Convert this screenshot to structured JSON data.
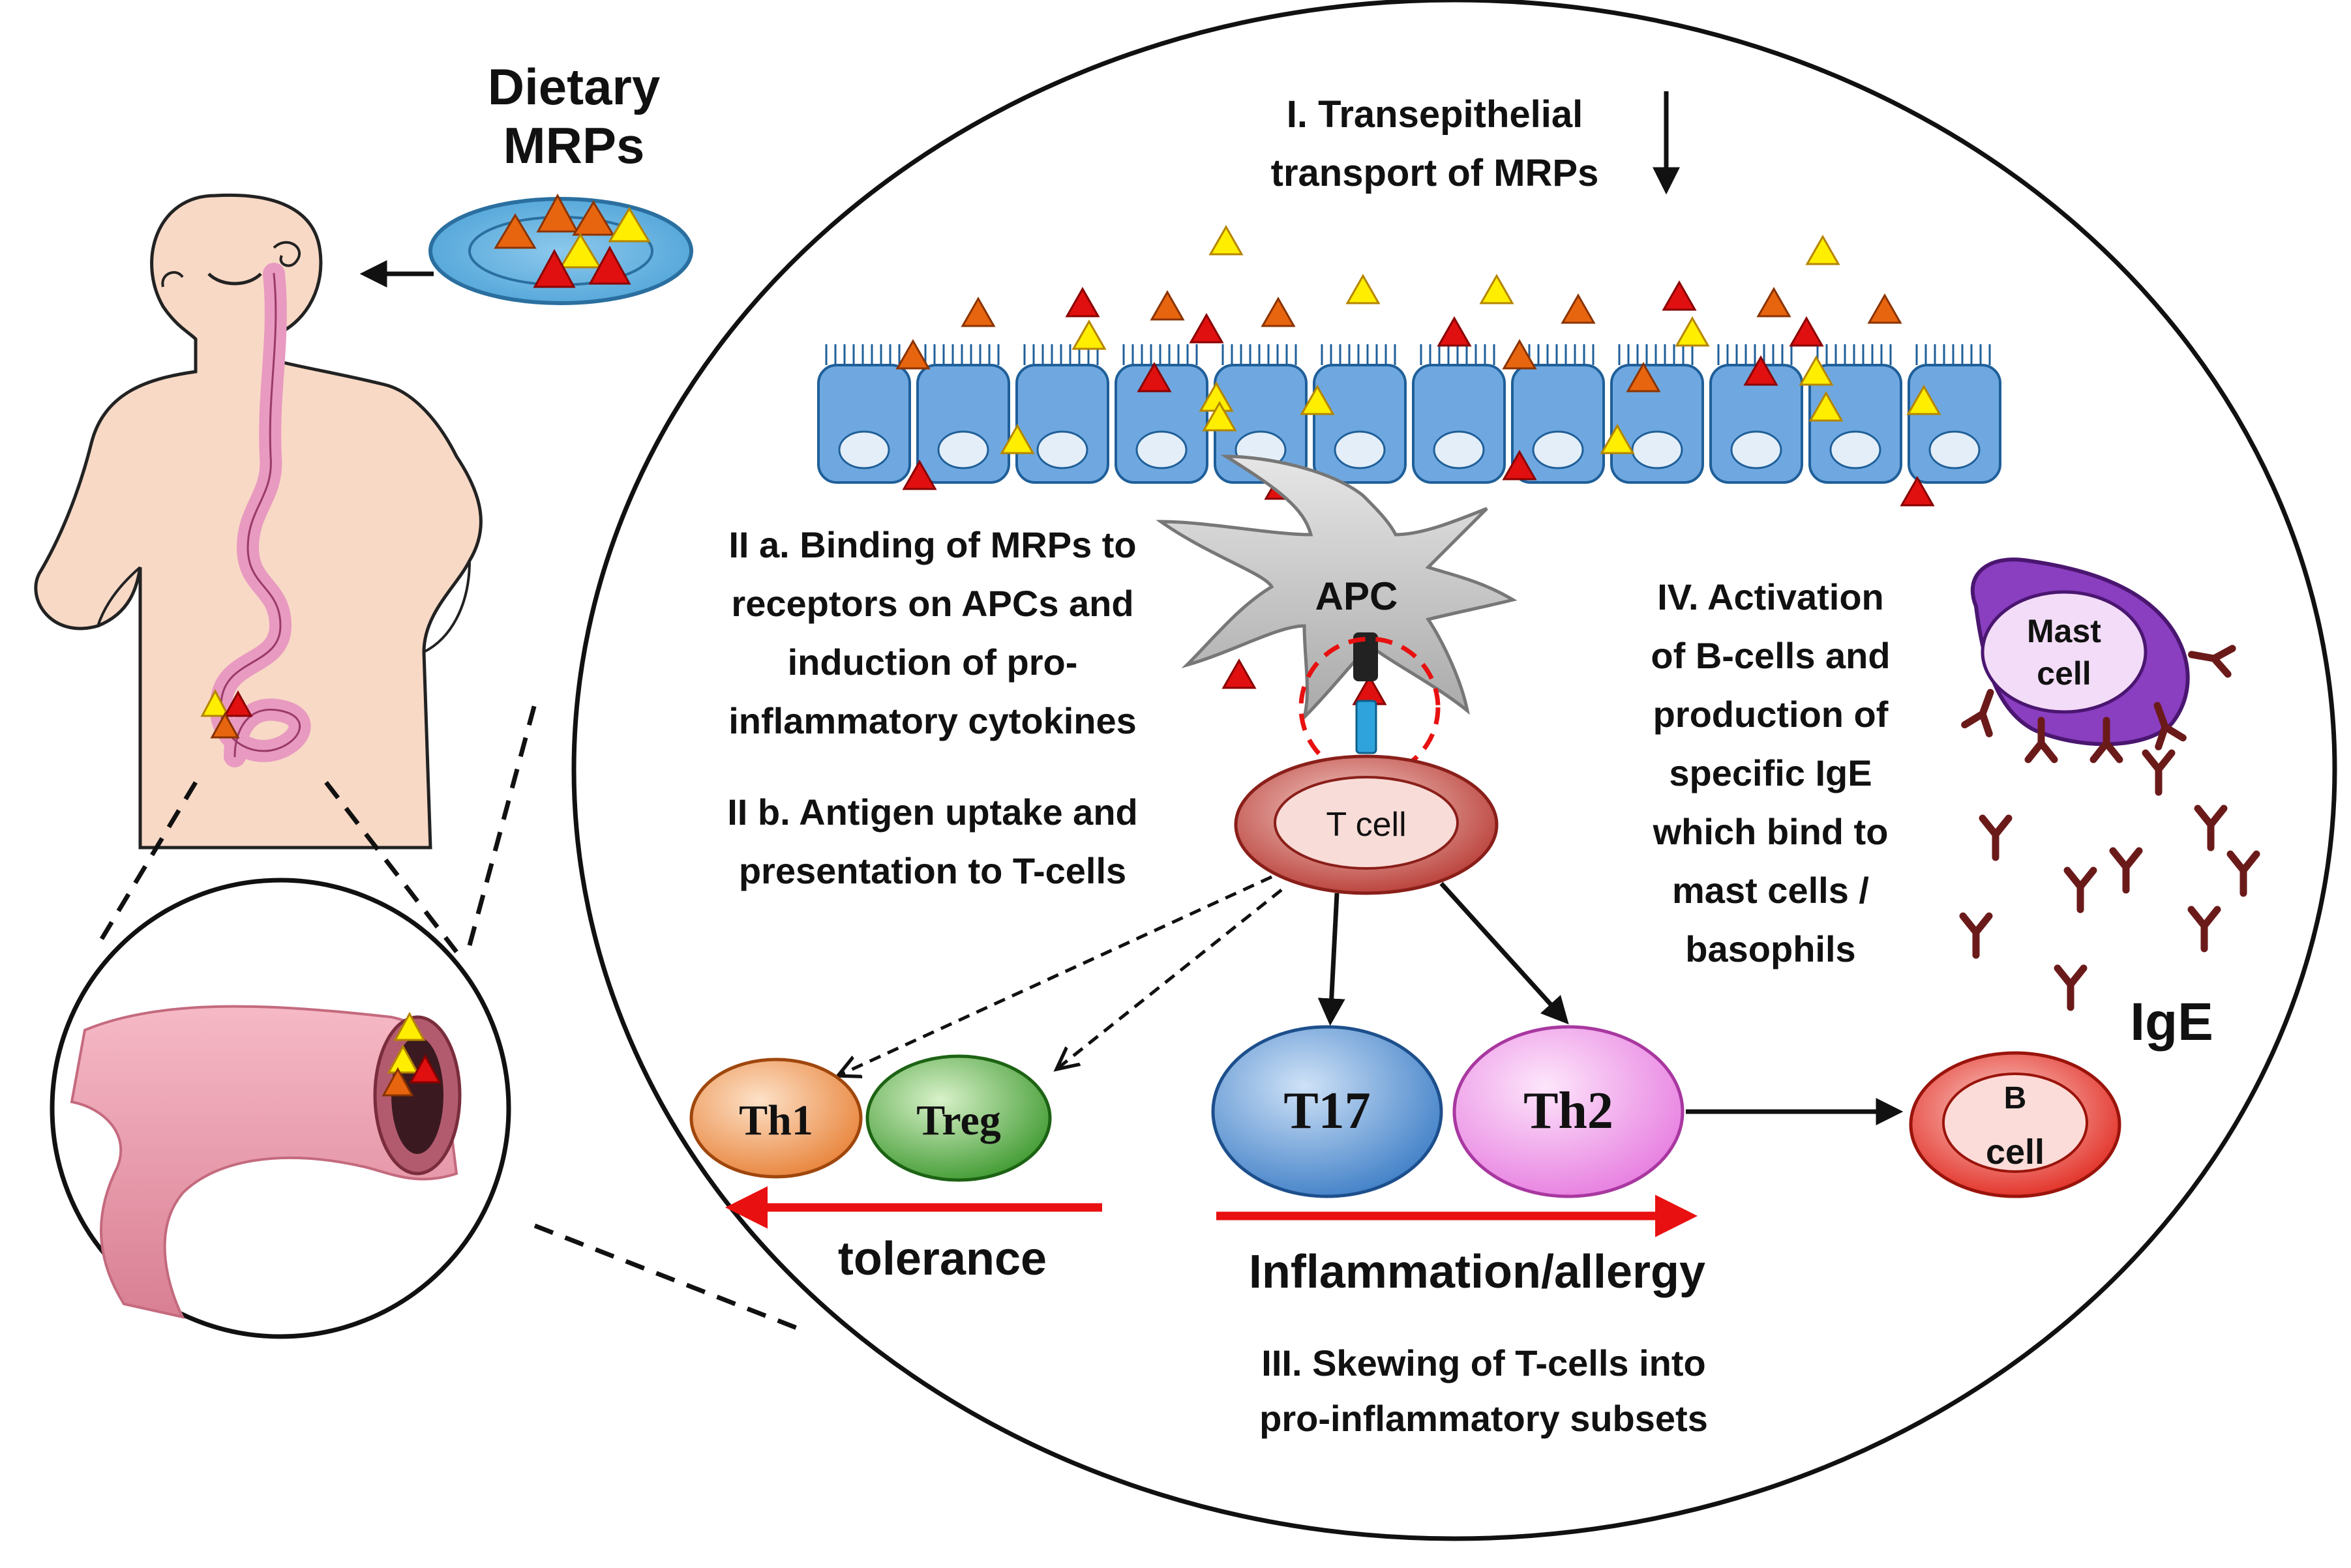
{
  "dietary": {
    "line1": "Dietary",
    "line2": "MRPs"
  },
  "steps": {
    "I": {
      "line1": "I. Transepithelial",
      "line2": "transport of MRPs"
    },
    "IIa": {
      "lines": [
        "II a. Binding of MRPs to",
        "receptors on APCs and",
        "induction of pro-",
        "inflammatory cytokines"
      ]
    },
    "IIb": {
      "lines": [
        "II b. Antigen uptake and",
        "presentation to T-cells"
      ]
    },
    "III": {
      "lines": [
        "III. Skewing of T-cells into",
        "pro-inflammatory subsets"
      ]
    },
    "IV": {
      "lines": [
        "IV. Activation",
        "of B-cells and",
        "production of",
        "specific IgE",
        "which bind to",
        "mast cells /",
        "basophils"
      ]
    }
  },
  "cells": {
    "apc": "APC",
    "tcell": "T cell",
    "th1": "Th1",
    "treg": "Treg",
    "t17": "T17",
    "th2": "Th2",
    "bcell_line1": "B",
    "bcell_line2": "cell",
    "mast_line1": "Mast",
    "mast_line2": "cell",
    "ige": "IgE"
  },
  "outcomes": {
    "tolerance": "tolerance",
    "inflammation": "Inflammation/allergy"
  },
  "colors": {
    "mrp_orange": "#e8650f",
    "mrp_yellow": "#ffee00",
    "mrp_red": "#e01010",
    "epithelium": "#6fa8e0",
    "arrow_red": "#e81010",
    "body_skin": "#f8d9c6",
    "gut_pink": "#e89ac0",
    "ige_brown": "#6b1a1a"
  }
}
